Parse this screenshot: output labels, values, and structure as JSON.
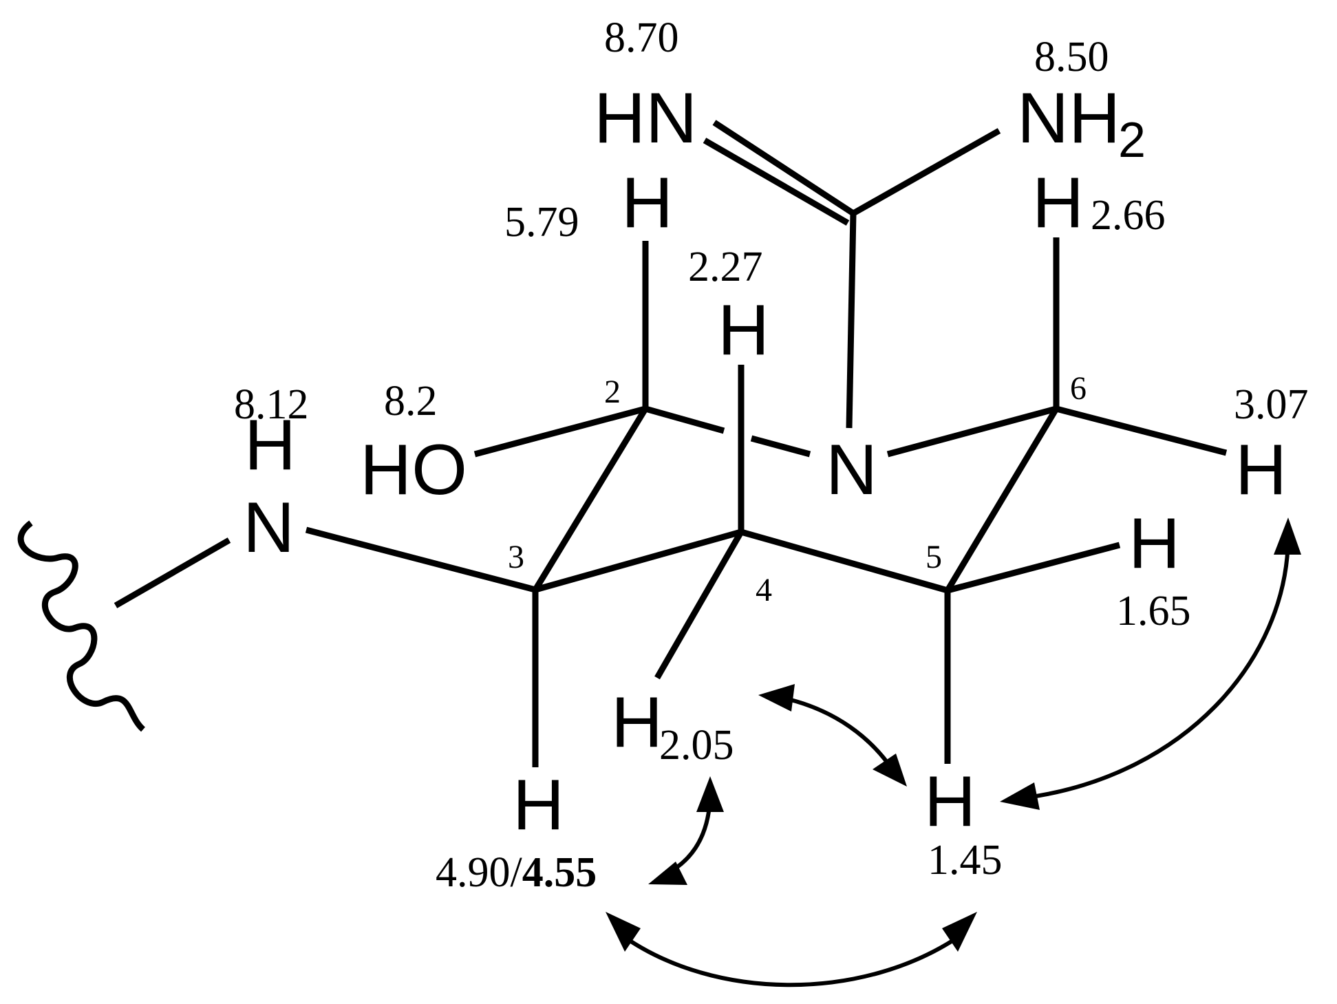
{
  "atoms": {
    "hn_imine": "HN",
    "nh2_n": "NH",
    "nh2_sub": "2",
    "h_top2": "H",
    "h_top6": "H",
    "h_top4": "H",
    "ho": "HO",
    "n_ring": "N",
    "nh_h": "H",
    "nh_n": "N",
    "h6_right": "H",
    "h5_right": "H",
    "h4_down": "H",
    "h3_down": "H",
    "h5_down": "H"
  },
  "positions": {
    "c2": "2",
    "c3": "3",
    "c4": "4",
    "c5": "5",
    "c6": "6"
  },
  "shifts": {
    "hn_imine": "8.70",
    "nh2": "8.50",
    "h2": "5.79",
    "h6_top": "2.66",
    "h4_top": "2.27",
    "nh": "8.12",
    "oh": "8.2",
    "h6_right": "3.07",
    "h5_right": "1.65",
    "h4_down": "2.05",
    "h3_down_a": "4.90/",
    "h3_down_b": "4.55",
    "h5_down": "1.45"
  },
  "colors": {
    "ink": "#000000",
    "background": "#ffffff"
  }
}
